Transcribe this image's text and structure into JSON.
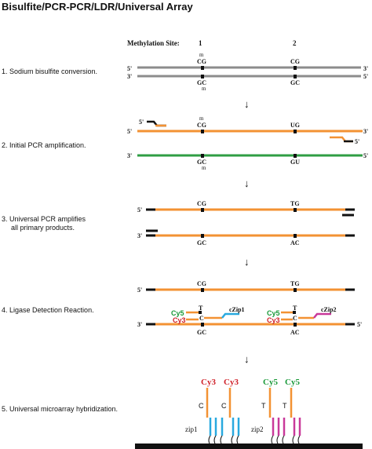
{
  "title": "Bisulfite/PCR-PCR/LDR/Universal Array",
  "steps": [
    "1.  Sodium bisulfite conversion.",
    "2.  Initial PCR amplification.",
    "3.  Universal PCR amplifies",
    "all primary products.",
    "4.  Ligase Detection Reaction.",
    "5.  Universal microarray hybridization."
  ],
  "header": {
    "label": "Methylation Site:",
    "site1": "1",
    "site2": "2"
  },
  "ends": {
    "five": "5'",
    "three": "3'"
  },
  "methyl_mark": "m",
  "step1": {
    "top1": "CG",
    "top2": "CG",
    "bot1": "GC",
    "bot2": "GC"
  },
  "step2": {
    "top1": "CG",
    "top2": "UG",
    "bot1": "GC",
    "bot2": "GU"
  },
  "step3": {
    "top1": "CG",
    "top2": "TG",
    "bot1": "GC",
    "bot2": "AC"
  },
  "step4": {
    "top1": "CG",
    "top2": "TG",
    "bot1": "GC",
    "bot2": "AC",
    "disc1": "T",
    "disc2": "T",
    "base1": "C",
    "base2": "C",
    "dye_green": "Cy5",
    "dye_red": "Cy3",
    "zip1": "cZip1",
    "zip2": "cZip2"
  },
  "step5": {
    "dyes_left": [
      "Cy3",
      "Cy3"
    ],
    "dyes_right": [
      "Cy5",
      "Cy5"
    ],
    "bases_left": [
      "C",
      "C"
    ],
    "bases_right": [
      "T",
      "T"
    ],
    "zip1": "zip1",
    "zip2": "zip2"
  },
  "arrow": "↓",
  "colors": {
    "orange": "#f39233",
    "green": "#2f9e44",
    "gray": "#8c8c8c",
    "black": "#111111",
    "cy5": "#1a9a3a",
    "cy3": "#d0222a",
    "zip1": "#29a9df",
    "zip2": "#c9399a"
  }
}
